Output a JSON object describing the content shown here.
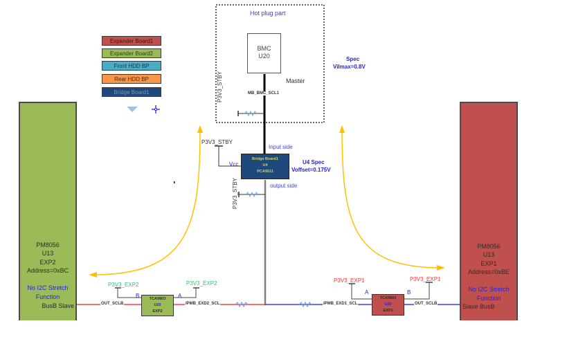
{
  "legend": {
    "items": [
      {
        "label": "Expander Board1",
        "color": "#c0504d",
        "text_color": "#3a1010"
      },
      {
        "label": "Expander Board2",
        "color": "#9bbb59",
        "text_color": "#2f3d14"
      },
      {
        "label": "Front HDD BP",
        "color": "#4bacc6",
        "text_color": "#12363f"
      },
      {
        "label": "Rear HDD BP",
        "color": "#f79646",
        "text_color": "#4a2a0e"
      },
      {
        "label": "Bridge Board1",
        "color": "#1f497d",
        "text_color": "#7f97b5"
      }
    ],
    "down_arrow_icon": "triangle-down",
    "crosshair_icon": "crosshair"
  },
  "hotplug": {
    "title": "Hot plug part",
    "bmc": {
      "line1": "BMC",
      "line2": "U20"
    },
    "master_label": "Master",
    "net_label": "MB_BMC_SCL1",
    "pullup_label": "P3V3_STBY"
  },
  "spec_top": {
    "line1": "Spec",
    "line2": "Vilmax=0.8V"
  },
  "bridge": {
    "chip": {
      "line1": "Bridge Board1",
      "line2": "U4",
      "line3": "PCA9511"
    },
    "vcc_label": "Vcc",
    "vcc_supply": "P3V3_STBY",
    "input_side": "Input side",
    "output_side": "output side",
    "output_pullup": "P3V3_STBY",
    "spec": {
      "line1": "U4 Spec",
      "line2": "Voffset=0.175V"
    }
  },
  "exp2_board": {
    "lines": [
      "PM8056",
      "U13",
      "EXP2",
      "Address=0xBC"
    ],
    "note": [
      "No I2C Stretch",
      "Function"
    ],
    "port": "BusB Slave",
    "color": "#9bbb59"
  },
  "exp1_board": {
    "lines": [
      "PM8056",
      "U13",
      "EXP1",
      "Address=0xBE"
    ],
    "note": [
      "No I2C Stretch",
      "Function"
    ],
    "port": "Slave BusB",
    "color": "#c0504d"
  },
  "exp2_buffer": {
    "chip": {
      "line1": "TCA9803",
      "line2": "U20",
      "line3": "EXP2"
    },
    "side_b": "B",
    "side_a": "A",
    "supply_b": "P3V3_EXP2",
    "supply_a": "P3V3_EXP2",
    "net_out": "OUT_SCLB",
    "net_in": "IPMB_EXD2_SCL"
  },
  "exp1_buffer": {
    "chip": {
      "line1": "TCA9803",
      "line2": "U20",
      "line3": "EXP1"
    },
    "side_a": "A",
    "side_b": "B",
    "supply_a": "P3V3_EXP1",
    "supply_b": "P3V3_EXP1",
    "net_in": "IPMB_EXD1_SCL",
    "net_out": "OUT_SCLB"
  },
  "colors": {
    "exp2_wire": "#ff3b3b",
    "exp1_wire": "#3a3aff",
    "bus_trunk": "#000000",
    "arrow": "#ffc000",
    "resistor": "#6fa8dc",
    "label_blue": "#2222dd",
    "label_green": "#2fbf71",
    "label_red": "#ff3030"
  }
}
